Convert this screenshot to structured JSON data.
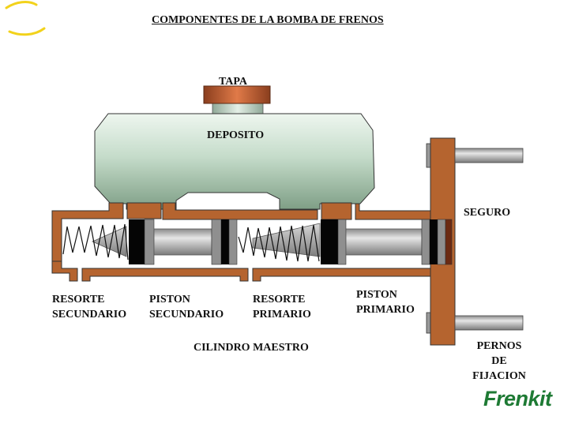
{
  "title": "COMPONENTES DE LA BOMBA DE FRENOS",
  "labels": {
    "tapa": "TAPA",
    "deposito": "DEPOSITO",
    "seguro": "SEGURO",
    "resorte_secundario_1": "RESORTE",
    "resorte_secundario_2": "SECUNDARIO",
    "piston_secundario_1": "PISTON",
    "piston_secundario_2": "SECUNDARIO",
    "resorte_primario_1": "RESORTE",
    "resorte_primario_2": "PRIMARIO",
    "piston_primario_1": "PISTON",
    "piston_primario_2": "PRIMARIO",
    "cilindro_maestro": "CILINDRO MAESTRO",
    "pernos_1": "PERNOS",
    "pernos_2": "DE",
    "pernos_3": "FIJACION"
  },
  "logo": {
    "text": "Frenkit",
    "color": "#1e7a34",
    "accent": "#f2d21b"
  },
  "colors": {
    "body": "#b5642f",
    "reservoir": "#c9e0cf",
    "cap": "#c86a40",
    "rod": "#b0b0b0",
    "seal": "#000000"
  }
}
